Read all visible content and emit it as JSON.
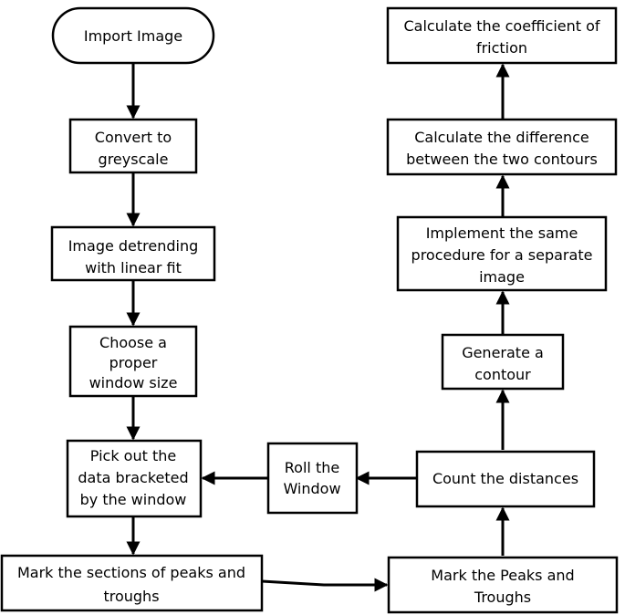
{
  "nodes": {
    "import": [
      "Import Image"
    ],
    "grey": [
      "Convert to",
      "greyscale"
    ],
    "detrend": [
      "Image detrending",
      "with linear fit"
    ],
    "window": [
      "Choose a",
      "proper",
      "window size"
    ],
    "pick": [
      "Pick out the",
      "data bracketed",
      "by the window"
    ],
    "mark_sections": [
      "Mark the sections of peaks and",
      "troughs"
    ],
    "roll": [
      "Roll the",
      "Window"
    ],
    "count": [
      "Count the distances"
    ],
    "mark_peaks": [
      "Mark the  Peaks and",
      "Troughs"
    ],
    "contour": [
      "Generate a",
      "contour"
    ],
    "same": [
      "Implement the same",
      "procedure for a separate",
      "image"
    ],
    "diff": [
      "Calculate the difference",
      "between the two contours"
    ],
    "coef": [
      "Calculate the coefficient of",
      "friction"
    ]
  }
}
